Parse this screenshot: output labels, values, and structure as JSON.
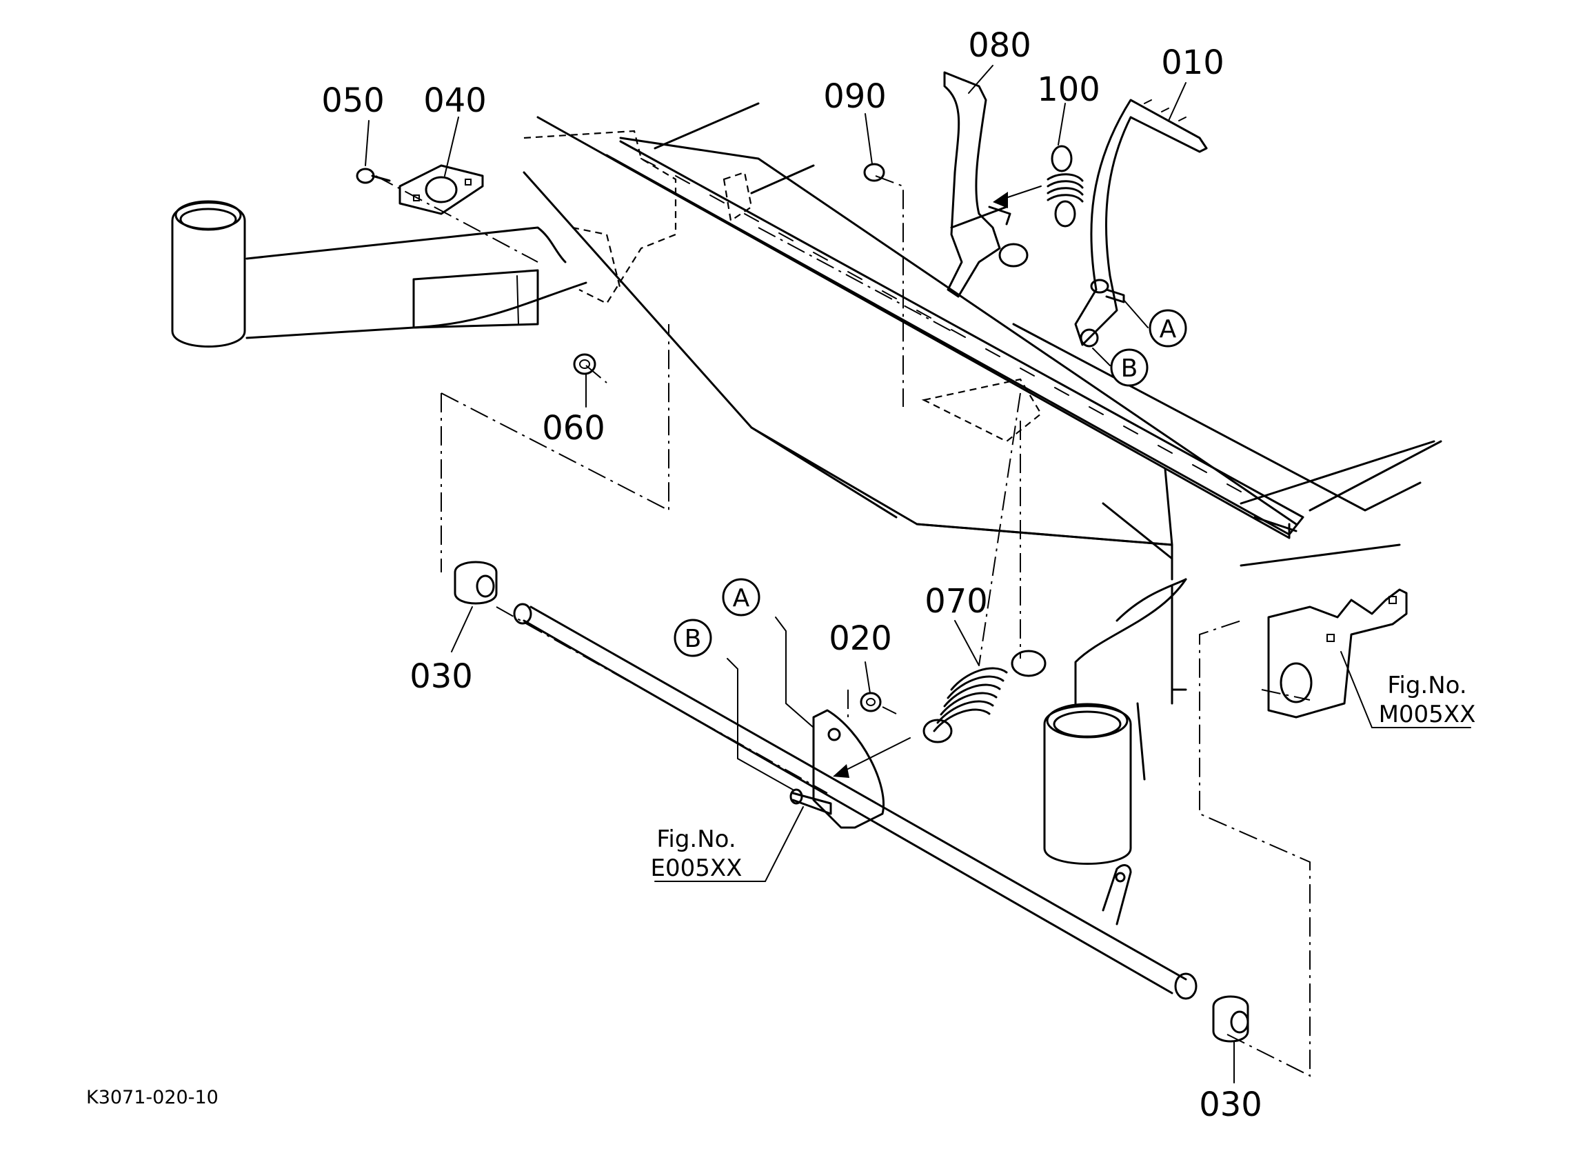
{
  "labels": {
    "p010": "010",
    "p020": "020",
    "p030a": "030",
    "p030b": "030",
    "p040": "040",
    "p050": "050",
    "p060": "060",
    "p070": "070",
    "p080": "080",
    "p090": "090",
    "p100": "100"
  },
  "markers": {
    "a_upper": "A",
    "b_upper": "B",
    "a_lower": "A",
    "b_lower": "B"
  },
  "refs": {
    "e005_line1": "Fig.No.",
    "e005_line2": "E005XX",
    "m005_line1": "Fig.No.",
    "m005_line2": "M005XX"
  },
  "drawing_code": "K3071-020-10"
}
